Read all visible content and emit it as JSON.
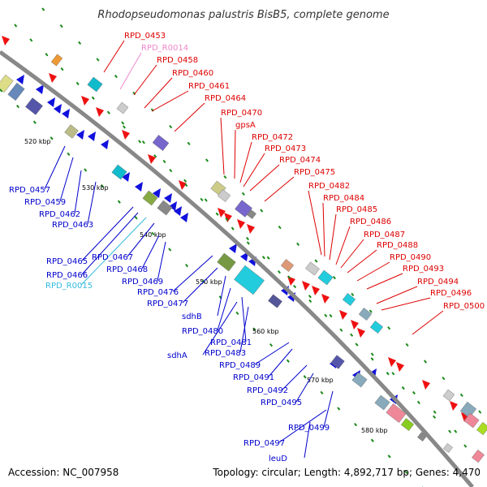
{
  "title": "Rhodopseudomonas palustris BisB5, complete genome",
  "accession": "Accession: NC_007958",
  "topology": "Topology: circular; Length: 4,892,717 bp; Genes: 4,470",
  "colors": {
    "backbone": "#888888",
    "tick": "#1a7a1a",
    "forward_label": "#dd0000",
    "forward_rna_label": "#ee88cc",
    "reverse_label": "#0000cc",
    "reverse_rna_label": "#33bbdd"
  },
  "kbp_labels": [
    "520 kbp",
    "530 kbp",
    "540 kbp",
    "550 kbp",
    "560 kbp",
    "570 kbp",
    "580 kbp"
  ],
  "forward_labels": [
    {
      "text": "RPD_0453",
      "color": "#dd0000"
    },
    {
      "text": "RPD_R0014",
      "color": "#ee88cc"
    },
    {
      "text": "RPD_0458",
      "color": "#dd0000"
    },
    {
      "text": "RPD_0460",
      "color": "#dd0000"
    },
    {
      "text": "RPD_0461",
      "color": "#dd0000"
    },
    {
      "text": "RPD_0464",
      "color": "#dd0000"
    },
    {
      "text": "RPD_0470",
      "color": "#dd0000"
    },
    {
      "text": "gpsA",
      "color": "#dd0000"
    },
    {
      "text": "RPD_0472",
      "color": "#dd0000"
    },
    {
      "text": "RPD_0473",
      "color": "#dd0000"
    },
    {
      "text": "RPD_0474",
      "color": "#dd0000"
    },
    {
      "text": "RPD_0475",
      "color": "#dd0000"
    },
    {
      "text": "RPD_0482",
      "color": "#dd0000"
    },
    {
      "text": "RPD_0484",
      "color": "#dd0000"
    },
    {
      "text": "RPD_0485",
      "color": "#dd0000"
    },
    {
      "text": "RPD_0486",
      "color": "#dd0000"
    },
    {
      "text": "RPD_0487",
      "color": "#dd0000"
    },
    {
      "text": "RPD_0488",
      "color": "#dd0000"
    },
    {
      "text": "RPD_0490",
      "color": "#dd0000"
    },
    {
      "text": "RPD_0493",
      "color": "#dd0000"
    },
    {
      "text": "RPD_0494",
      "color": "#dd0000"
    },
    {
      "text": "RPD_0496",
      "color": "#dd0000"
    },
    {
      "text": "RPD_0500",
      "color": "#dd0000"
    }
  ],
  "reverse_labels": [
    {
      "text": "RPD_0457",
      "color": "#0000cc"
    },
    {
      "text": "RPD_0459",
      "color": "#0000cc"
    },
    {
      "text": "RPD_0462",
      "color": "#0000cc"
    },
    {
      "text": "RPD_0463",
      "color": "#0000cc"
    },
    {
      "text": "RPD_0465",
      "color": "#0000cc"
    },
    {
      "text": "RPD_0466",
      "color": "#0000cc"
    },
    {
      "text": "RPD_R0015",
      "color": "#33bbdd"
    },
    {
      "text": "RPD_0467",
      "color": "#0000cc"
    },
    {
      "text": "RPD_0468",
      "color": "#0000cc"
    },
    {
      "text": "RPD_0469",
      "color": "#0000cc"
    },
    {
      "text": "RPD_0476",
      "color": "#0000cc"
    },
    {
      "text": "RPD_0477",
      "color": "#0000cc"
    },
    {
      "text": "sdhB",
      "color": "#0000cc"
    },
    {
      "text": "RPD_0480",
      "color": "#0000cc"
    },
    {
      "text": "sdhA",
      "color": "#0000cc"
    },
    {
      "text": "RPD_0481",
      "color": "#0000cc"
    },
    {
      "text": "RPD_0483",
      "color": "#0000cc"
    },
    {
      "text": "RPD_0489",
      "color": "#0000cc"
    },
    {
      "text": "RPD_0491",
      "color": "#0000cc"
    },
    {
      "text": "RPD_0492",
      "color": "#0000cc"
    },
    {
      "text": "RPD_0495",
      "color": "#0000cc"
    },
    {
      "text": "RPD_0499",
      "color": "#0000cc"
    },
    {
      "text": "RPD_0497",
      "color": "#0000cc"
    },
    {
      "text": "leuD",
      "color": "#0000cc"
    }
  ]
}
